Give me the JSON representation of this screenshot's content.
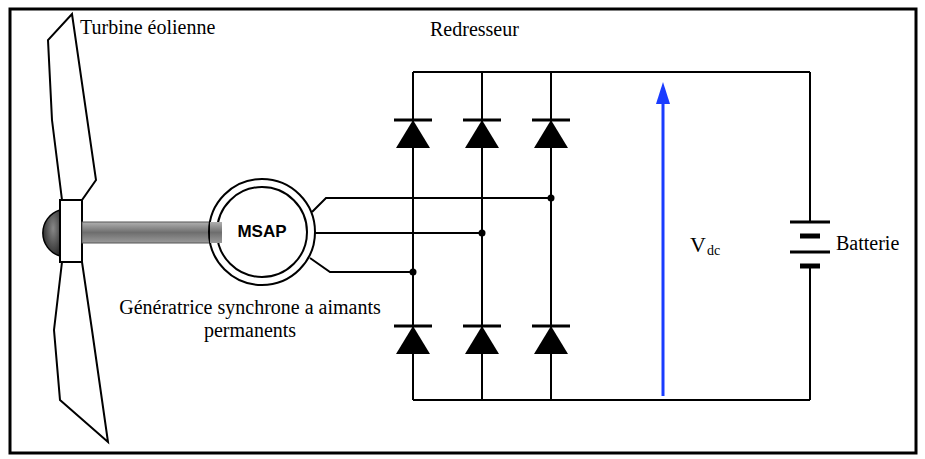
{
  "diagram": {
    "nodes": [
      {
        "text": [
          "MSAP"
        ]
      }
    ],
    "labels": [
      "Turbine éolienne",
      "Redresseur",
      "Génératrice synchrone a aimants permanents",
      "V",
      "dc",
      "Batterie"
    ]
  }
}
